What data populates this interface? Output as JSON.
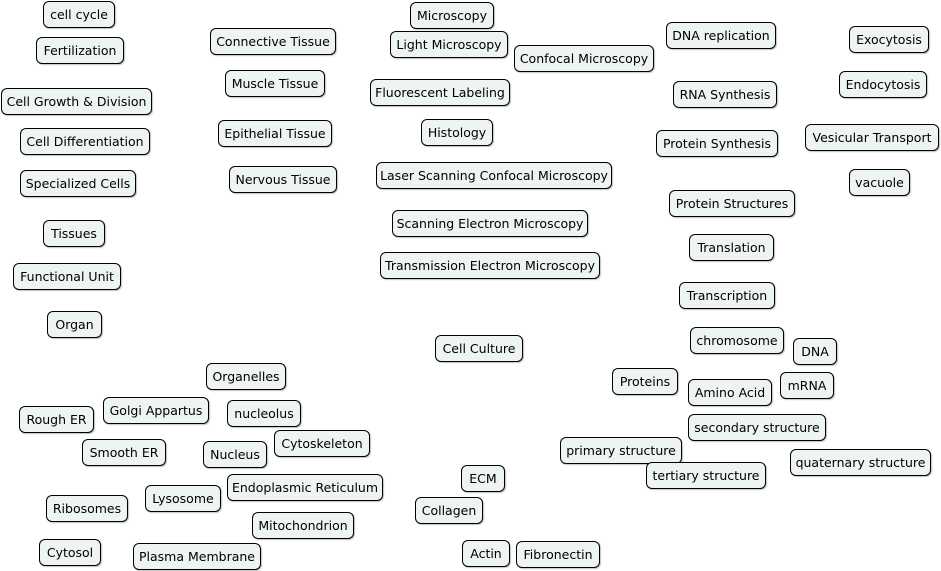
{
  "concept_map": {
    "node_fill": "#eef3f4",
    "node_border": "#000000",
    "nodes": {
      "cell_cycle": "cell cycle",
      "fertilization": "Fertilization",
      "cell_growth_division": "Cell Growth & Division",
      "cell_differentiation": "Cell Differentiation",
      "specialized_cells": "Specialized Cells",
      "tissues": "Tissues",
      "functional_unit": "Functional Unit",
      "organ": "Organ",
      "connective_tissue": "Connective Tissue",
      "muscle_tissue": "Muscle Tissue",
      "epithelial_tissue": "Epithelial Tissue",
      "nervous_tissue": "Nervous Tissue",
      "microscopy": "Microscopy",
      "light_microscopy": "Light Microscopy",
      "confocal_microscopy": "Confocal Microscopy",
      "fluorescent_labeling": "Fluorescent Labeling",
      "histology": "Histology",
      "laser_scanning_confocal_microscopy": "Laser Scanning Confocal Microscopy",
      "scanning_electron_microscopy": "Scanning Electron Microscopy",
      "transmission_electron_microscopy": "Transmission Electron Microscopy",
      "dna_replication": "DNA replication",
      "rna_synthesis": "RNA Synthesis",
      "protein_synthesis": "Protein Synthesis",
      "protein_structures": "Protein Structures",
      "translation": "Translation",
      "transcription": "Transcription",
      "exocytosis": "Exocytosis",
      "endocytosis": "Endocytosis",
      "vesicular_transport": "Vesicular Transport",
      "vacuole": "vacuole",
      "cell_culture": "Cell Culture",
      "chromosome": "chromosome",
      "dna": "DNA",
      "proteins": "Proteins",
      "amino_acid": "Amino Acid",
      "mrna": "mRNA",
      "secondary_structure": "secondary structure",
      "primary_structure": "primary structure",
      "quaternary_structure": "quaternary structure",
      "tertiary_structure": "tertiary structure",
      "organelles": "Organelles",
      "golgi_appartus": "Golgi Appartus",
      "rough_er": "Rough ER",
      "nucleolus": "nucleolus",
      "cytoskeleton": "Cytoskeleton",
      "smooth_er": "Smooth ER",
      "nucleus": "Nucleus",
      "lysosome": "Lysosome",
      "endoplasmic_reticulum": "Endoplasmic Reticulum",
      "ribosomes": "Ribosomes",
      "mitochondrion": "Mitochondrion",
      "cytosol": "Cytosol",
      "plasma_membrane": "Plasma Membrane",
      "ecm": "ECM",
      "collagen": "Collagen",
      "actin": "Actin",
      "fibronectin": "Fibronectin"
    }
  }
}
